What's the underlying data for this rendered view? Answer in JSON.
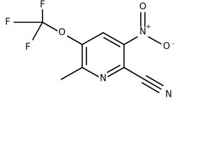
{
  "molecule": {
    "atoms": {
      "f1": "F",
      "f2": "F",
      "f3": "F",
      "o_ether": "O",
      "n_nitro": "N",
      "n_nitro_charge": "+",
      "o_nitro_top": "O",
      "o_nitro_right": "O",
      "o_nitro_right_charge": "-",
      "n_ring": "N",
      "n_nitrile": "N"
    }
  }
}
